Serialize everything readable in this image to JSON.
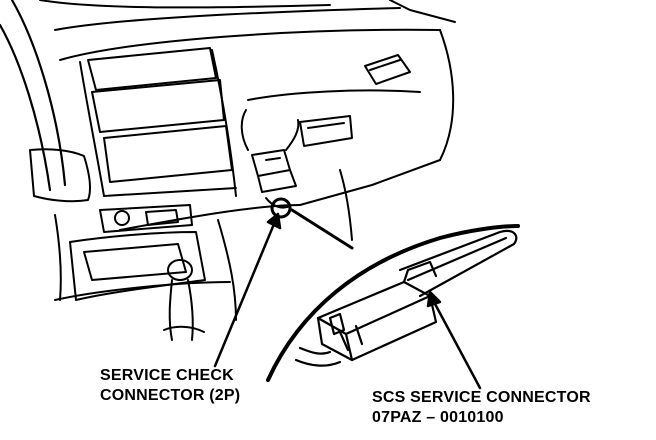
{
  "labels": {
    "service_check": {
      "line1": "SERVICE CHECK",
      "line2": "CONNECTOR (2P)"
    },
    "scs_connector": {
      "line1": "SCS SERVICE CONNECTOR",
      "line2": "07PAZ – 0010100"
    }
  },
  "colors": {
    "ink": "#000000",
    "paper": "#ffffff"
  }
}
